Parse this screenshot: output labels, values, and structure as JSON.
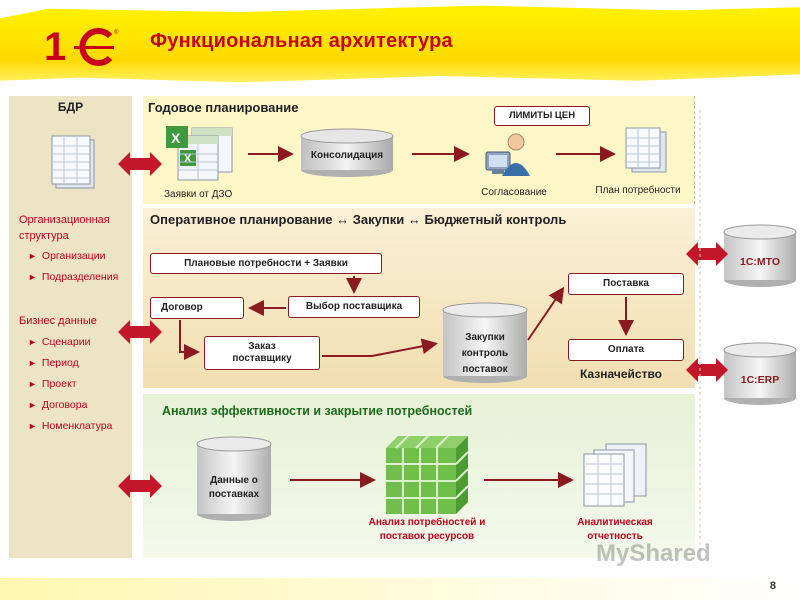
{
  "header": {
    "title": "Функциональная архитектура"
  },
  "left": {
    "title": "БДР",
    "org_heading": "Организационная структура",
    "org_items": [
      "Организации",
      "Подразделения"
    ],
    "biz_heading": "Бизнес данные",
    "biz_items": [
      "Сценарии",
      "Период",
      "Проект",
      "Договора",
      "Номенклатура"
    ]
  },
  "top": {
    "title": "Годовое планирование",
    "requests_label": "Заявки от ДЗО",
    "consolidation": "Консолидация",
    "price_limits": "ЛИМИТЫ ЦЕН",
    "approval_label": "Согласование",
    "plan_label": "План потребности"
  },
  "mid": {
    "title": "Оперативное планирование ↔ Закупки ↔ Бюджетный контроль",
    "needs": "Плановые потребности + Заявки",
    "contract": "Договор",
    "supplier_choice": "Выбор поставщика",
    "order": "Заказ поставщику",
    "purchases": "Закупки контроль поставок",
    "delivery": "Поставка",
    "payment": "Оплата",
    "treasury": "Казначейство"
  },
  "bot": {
    "title": "Анализ эффективности и закрытие потребностей",
    "deliveries_data": "Данные о поставках",
    "analysis_label": "Анализ потребностей и поставок ресурсов",
    "reports_label": "Аналитическая отчетность"
  },
  "systems": {
    "mto": "1С:МТО",
    "erp": "1С:ERP"
  },
  "footer": {
    "page_number": "8",
    "watermark": "MyShared"
  },
  "colors": {
    "accent_red": "#c0001a",
    "header_yellow": "#ffe600",
    "box_border": "#8a1a20",
    "cube_green": "#6fbf4a"
  }
}
